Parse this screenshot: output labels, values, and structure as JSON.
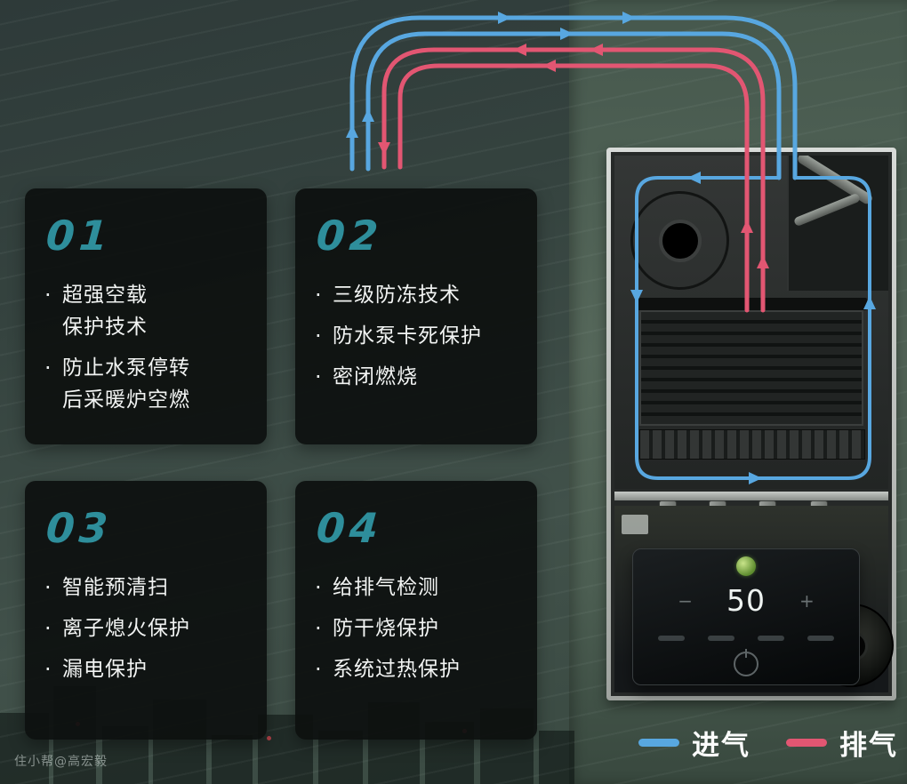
{
  "ui": {
    "bullet": "·"
  },
  "watermark": "住小帮@高宏毅",
  "cards": [
    {
      "number": "01",
      "items": [
        "超强空载\n保护技术",
        "防止水泵停转\n后采暖炉空燃"
      ]
    },
    {
      "number": "02",
      "items": [
        "三级防冻技术",
        "防水泵卡死保护",
        "密闭燃烧"
      ]
    },
    {
      "number": "03",
      "items": [
        "智能预清扫",
        "离子熄火保护",
        "漏电保护"
      ]
    },
    {
      "number": "04",
      "items": [
        "给排气检测",
        "防干烧保护",
        "系统过热保护"
      ]
    }
  ],
  "legend": {
    "intake_label": "进气",
    "exhaust_label": "排气"
  },
  "colors": {
    "intake": "#58a7e0",
    "exhaust": "#e25672",
    "card_number": "#2e8e9b"
  },
  "boiler": {
    "display_value": "50",
    "minus_label": "−",
    "plus_label": "+"
  }
}
